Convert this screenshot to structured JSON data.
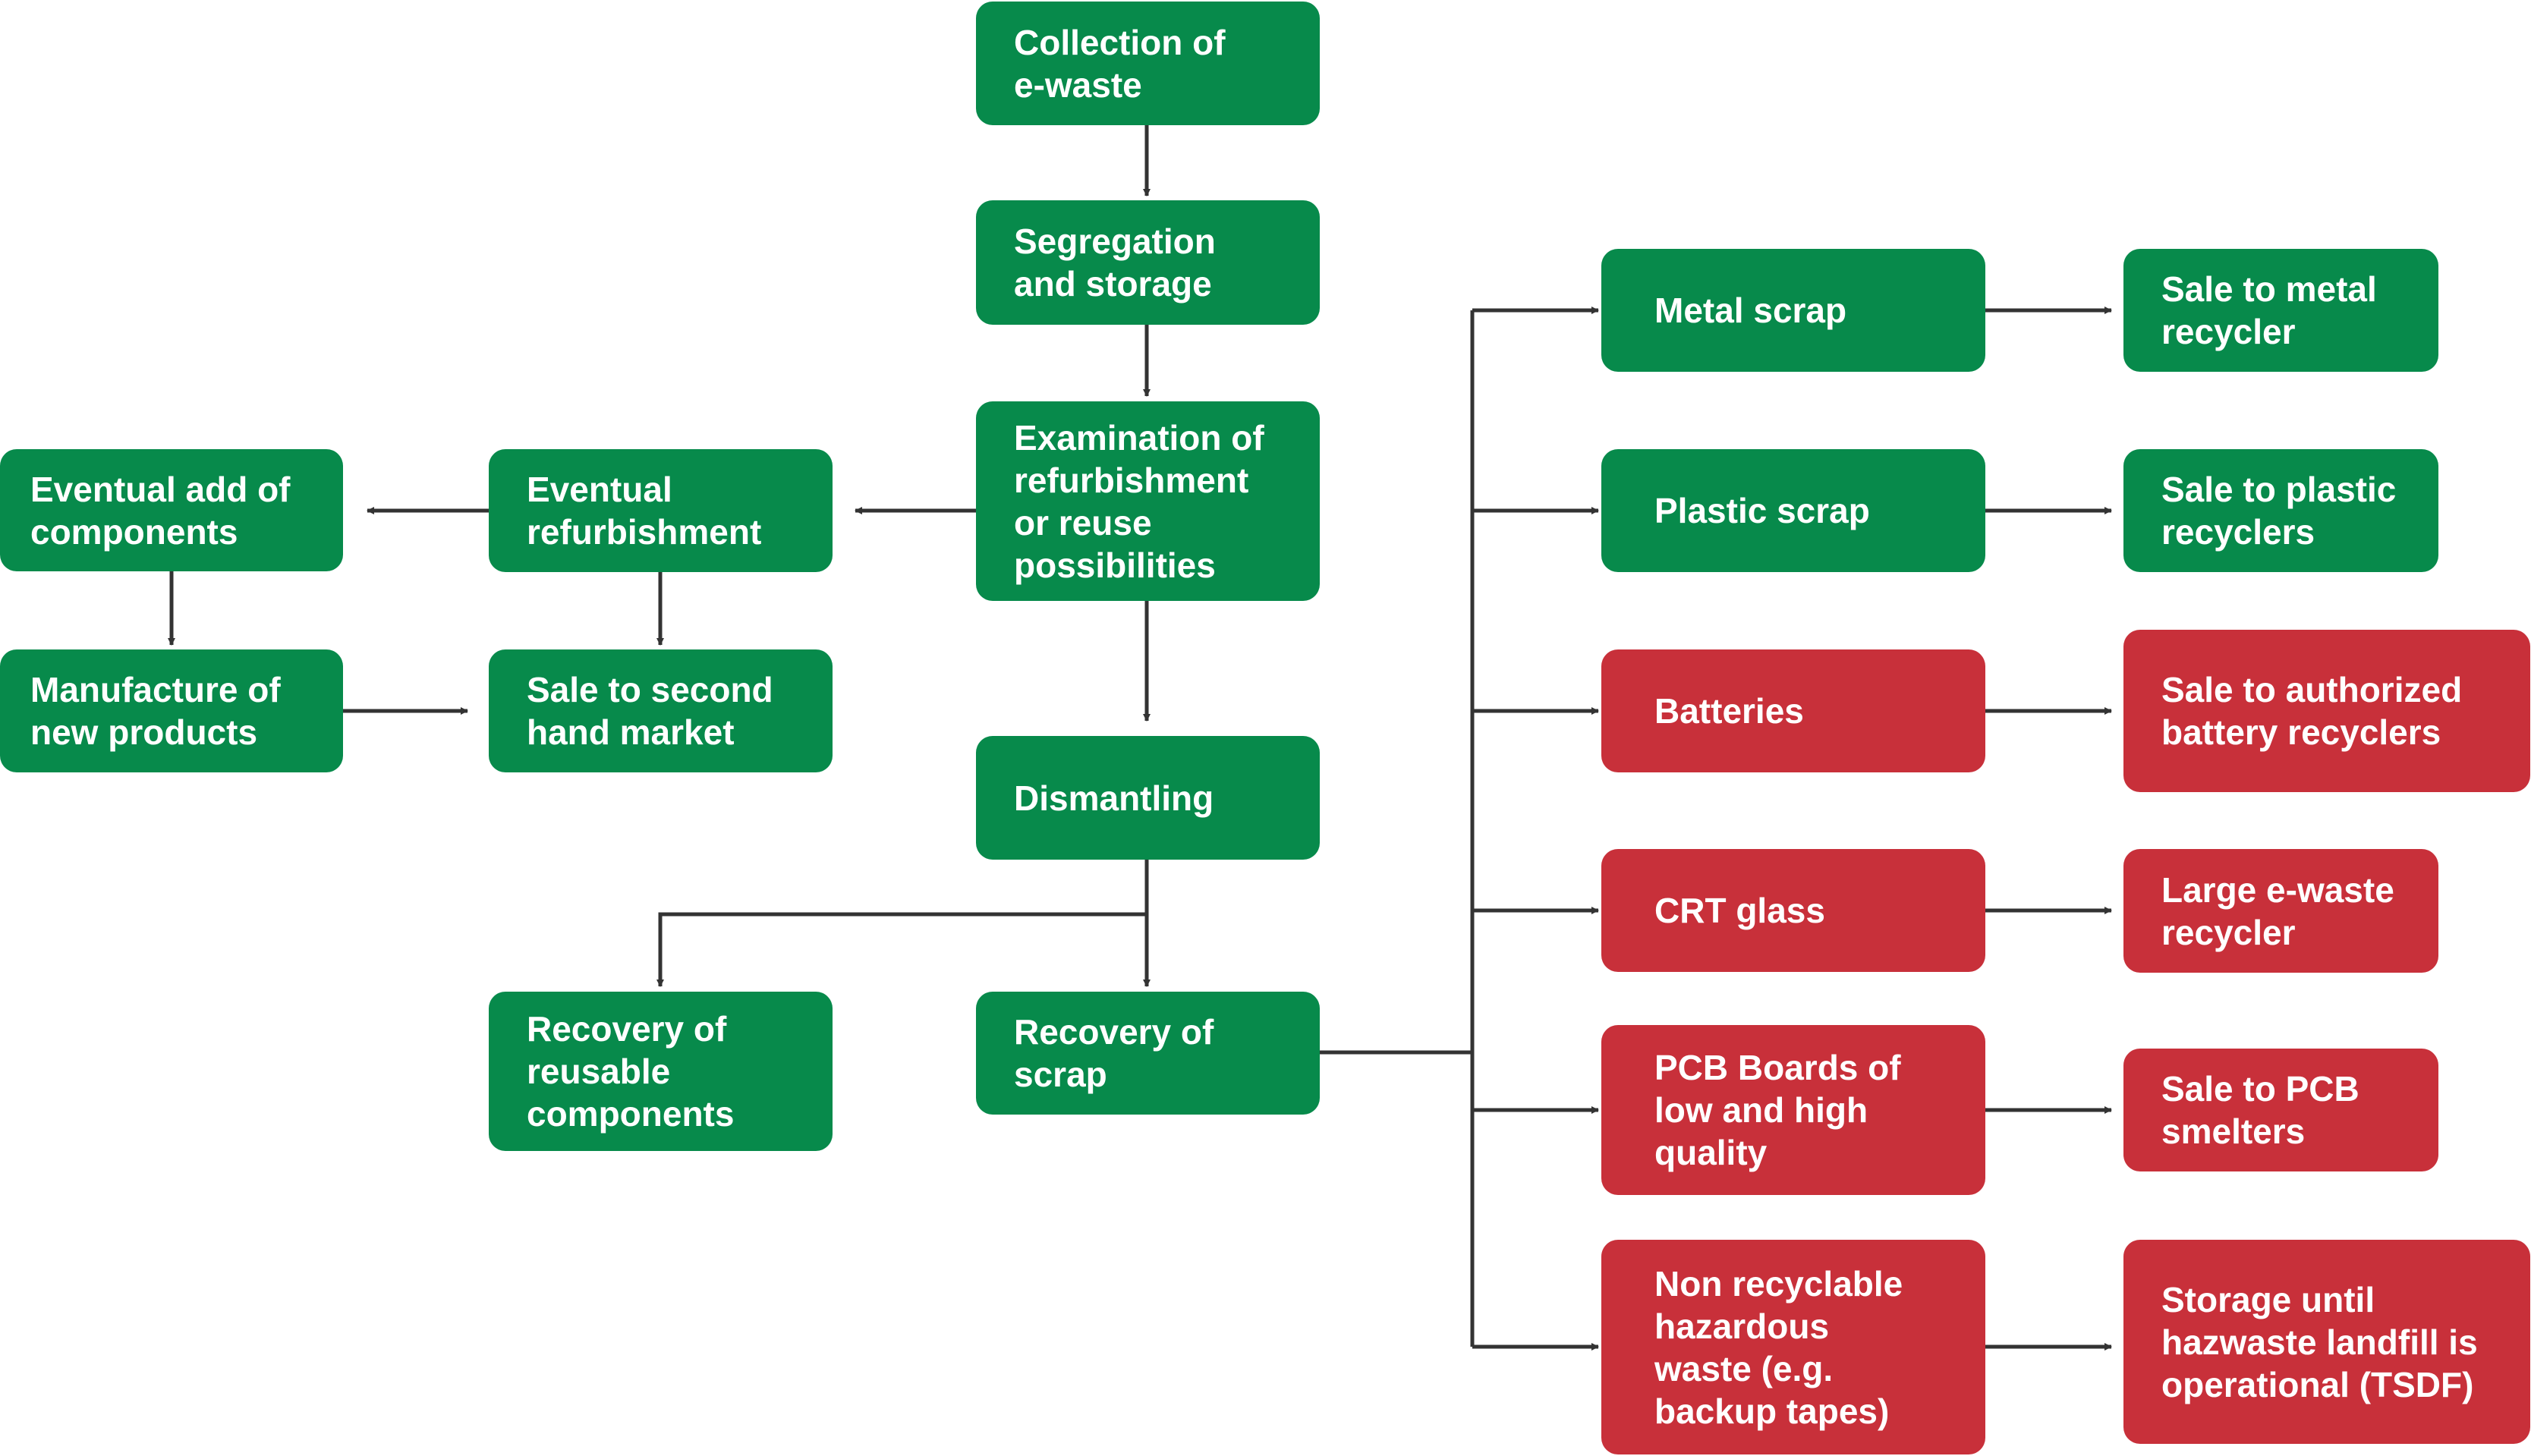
{
  "colors": {
    "green": "#078A4B",
    "red": "#C8303A",
    "line": "#333333"
  },
  "nodes": {
    "collection": "Collection of\ne-waste",
    "segregation": "Segregation\nand storage",
    "examination": "Examination of\nrefurbishment\nor  reuse\npossibilities",
    "dismantling": "Dismantling",
    "eventual_refurb": "Eventual\nrefurbishment",
    "eventual_add": "Eventual add of\ncomponents",
    "manufacture": "Manufacture of\nnew products",
    "sale_second_hand": "Sale to second\nhand market",
    "recovery_reusable": "Recovery of\nreusable\ncomponents",
    "recovery_scrap": "Recovery of\nscrap",
    "metal_scrap": "Metal scrap",
    "plastic_scrap": "Plastic scrap",
    "batteries": "Batteries",
    "crt_glass": "CRT glass",
    "pcb_boards": "PCB Boards of\nlow and high\nquality",
    "non_recyclable": "Non recyclable\nhazardous\nwaste (e.g.\nbackup tapes)",
    "sale_metal": "Sale to metal\nrecycler",
    "sale_plastic": "Sale to plastic\nrecyclers",
    "sale_battery": "Sale to authorized\nbattery recyclers",
    "large_recycler": "Large e-waste\nrecycler",
    "sale_pcb": "Sale to PCB\nsmelters",
    "storage_tsdf": "Storage until\nhazwaste landfill is\noperational (TSDF)"
  }
}
